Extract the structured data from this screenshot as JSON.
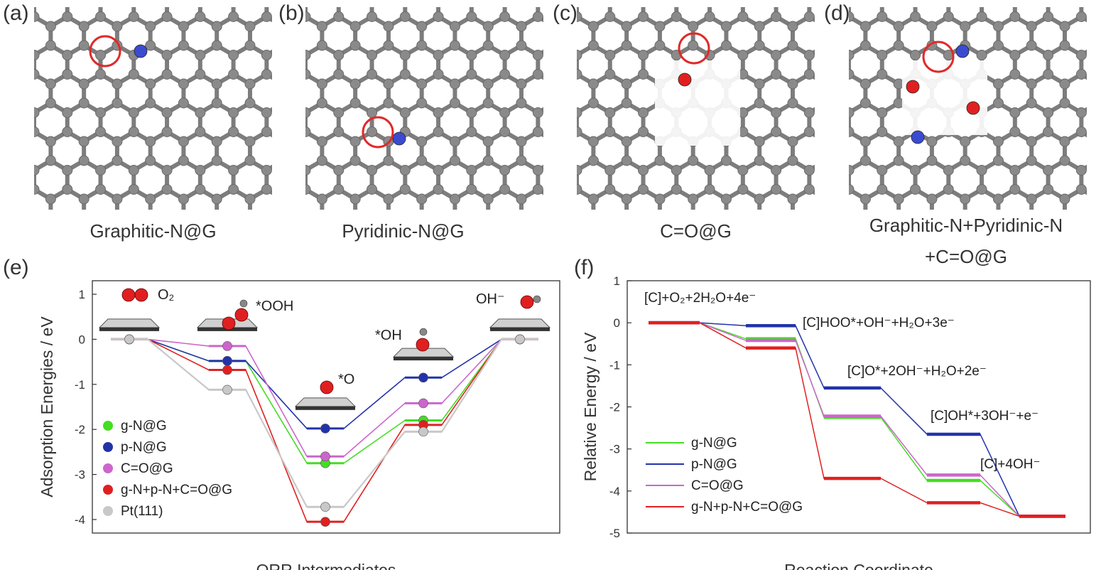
{
  "panels": {
    "a": {
      "letter": "(a)",
      "caption": "Graphitic-N@G"
    },
    "b": {
      "letter": "(b)",
      "caption": "Pyridinic-N@G"
    },
    "c": {
      "letter": "(c)",
      "caption": "C=O@G"
    },
    "d": {
      "letter": "(d)",
      "caption_line1": "Graphitic-N+Pyridinic-N",
      "caption_line2": "+C=O@G"
    },
    "e": {
      "letter": "(e)"
    },
    "f": {
      "letter": "(f)"
    }
  },
  "colors": {
    "carbon": "#8a8a8a",
    "nitrogen": "#3b4bd0",
    "oxygen": "#e02020",
    "highlight": "#e02a2a",
    "g-N@G": "#44dd22",
    "p-N@G": "#2233aa",
    "C=O@G": "#cc66cc",
    "g-N+p-N+C=O@G": "#e02020",
    "Pt(111)": "#c8c8c8"
  },
  "chart_data": [
    {
      "type": "line",
      "panel": "e",
      "xlabel": "ORR Intermediates",
      "ylabel": "Adsorption Energies / eV",
      "ylim": [
        -4.3,
        1.3
      ],
      "yticks": [
        1,
        0,
        -1,
        -2,
        -3,
        -4
      ],
      "categories": [
        "O2",
        "*OOH",
        "*O",
        "*OH",
        "OH-"
      ],
      "species_labels": [
        "O₂",
        "*OOH",
        "*O",
        "*OH",
        "OH⁻"
      ],
      "series": [
        {
          "name": "g-N@G",
          "values": [
            0,
            -0.48,
            -2.75,
            -1.8,
            0
          ]
        },
        {
          "name": "p-N@G",
          "values": [
            0,
            -0.48,
            -1.98,
            -0.85,
            0
          ]
        },
        {
          "name": "C=O@G",
          "values": [
            0,
            -0.15,
            -2.6,
            -1.42,
            0
          ]
        },
        {
          "name": "g-N+p-N+C=O@G",
          "values": [
            0,
            -0.68,
            -4.05,
            -1.9,
            0
          ]
        },
        {
          "name": "Pt(111)",
          "values": [
            0,
            -1.12,
            -3.72,
            -2.05,
            0
          ]
        }
      ],
      "legend_position": "bottom-left",
      "grid": false
    },
    {
      "type": "line",
      "panel": "f",
      "xlabel": "Reaction Coordinate",
      "ylabel": "Relative Energy / eV",
      "ylim": [
        -5,
        1
      ],
      "yticks": [
        1,
        0,
        -1,
        -2,
        -3,
        -4,
        -5
      ],
      "categories": [
        "[C]+O2+2H2O+4e-",
        "[C]HOO*+OH-+H2O+3e-",
        "[C]O*+2OH-+H2O+2e-",
        "[C]OH*+3OH-+e-",
        "[C]+4OH-"
      ],
      "step_labels": [
        "[C]+O₂+2H₂O+4e⁻",
        "[C]HOO*+OH⁻+H₂O+3e⁻",
        "[C]O*+2OH⁻+H₂O+2e⁻",
        "[C]OH*+3OH⁻+e⁻",
        "[C]+4OH⁻"
      ],
      "series": [
        {
          "name": "g-N@G",
          "values": [
            0,
            -0.38,
            -2.25,
            -3.75,
            -4.6
          ]
        },
        {
          "name": "p-N@G",
          "values": [
            0,
            -0.07,
            -1.55,
            -2.65,
            -4.6
          ]
        },
        {
          "name": "C=O@G",
          "values": [
            0,
            -0.42,
            -2.22,
            -3.62,
            -4.6
          ]
        },
        {
          "name": "g-N+p-N+C=O@G",
          "values": [
            0,
            -0.6,
            -3.7,
            -4.28,
            -4.6
          ]
        }
      ],
      "legend_position": "bottom-left",
      "grid": false
    }
  ]
}
